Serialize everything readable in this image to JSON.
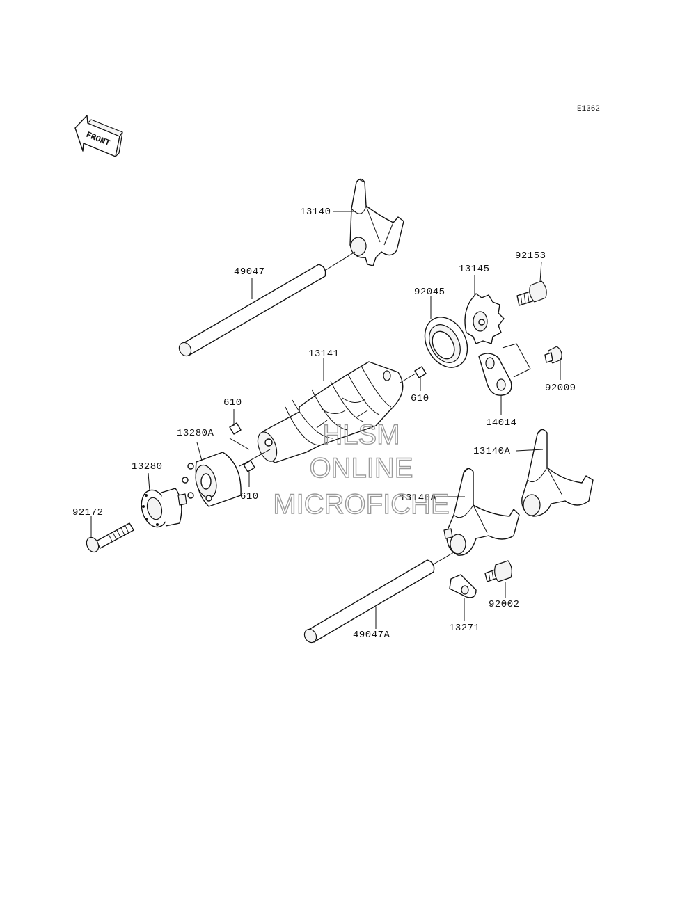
{
  "diagram": {
    "ref_code": "E1362",
    "direction": "FRONT",
    "watermark": [
      "HLSM",
      "ONLINE",
      "MICROFICHE"
    ],
    "watermark_color": "#9a9a9a",
    "parts": [
      "13140",
      "49047",
      "92153",
      "13145",
      "92045",
      "13141",
      "610",
      "92009",
      "14014",
      "610",
      "13280A",
      "13140A",
      "13280",
      "610",
      "13140A",
      "92172",
      "92002",
      "49047A",
      "13271"
    ]
  }
}
